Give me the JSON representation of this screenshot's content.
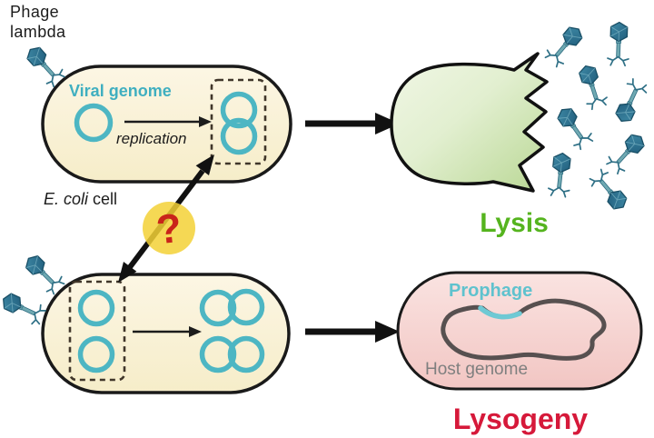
{
  "figure": {
    "subject": "Phage lambda infection of E. coli: lysis versus lysogeny decision",
    "pathway_top_outcome": "Lysis",
    "pathway_bottom_outcome": "Lysogeny",
    "phage_burst_count": 8,
    "attached_phages_top_cell": 1,
    "attached_phages_bottom_cell": 2
  },
  "labels": {
    "phage_lambda": "Phage\nlambda",
    "viral_genome": "Viral genome",
    "replication": "replication",
    "ecoli_italic": "E. coli",
    "ecoli_regular": " cell",
    "question_mark": "?",
    "lysis": "Lysis",
    "prophage": "Prophage",
    "host_genome": "Host genome",
    "lysogeny": "Lysogeny"
  },
  "icons": {
    "phage": "bacteriophage-virion (hexagonal head, tail, leg fibers)",
    "question_badge": "yellow circle with red question mark"
  },
  "colors": {
    "cell_fill": "#faf3d8",
    "cell_border": "#1a1a1a",
    "genome_teal": "#4db6c3",
    "viral_genome_text": "#3fafc0",
    "dashed_box": "#40362a",
    "lysis_text_green": "#55b41e",
    "lysed_cell_light": "#f1f7e6",
    "lysed_cell_dark": "#b9d794",
    "lysogeny_text_red": "#d6193a",
    "lysogen_cell_pink": "#f8d8d6",
    "host_loop_gray": "#575050",
    "prophage_teal": "#5fc2ce",
    "host_genome_text": "#7f7f7f",
    "question_red": "#c9241a",
    "query_yellow": "#f3d136",
    "phage_head": "#2d7391",
    "phage_tail": "#6fa9b2"
  }
}
